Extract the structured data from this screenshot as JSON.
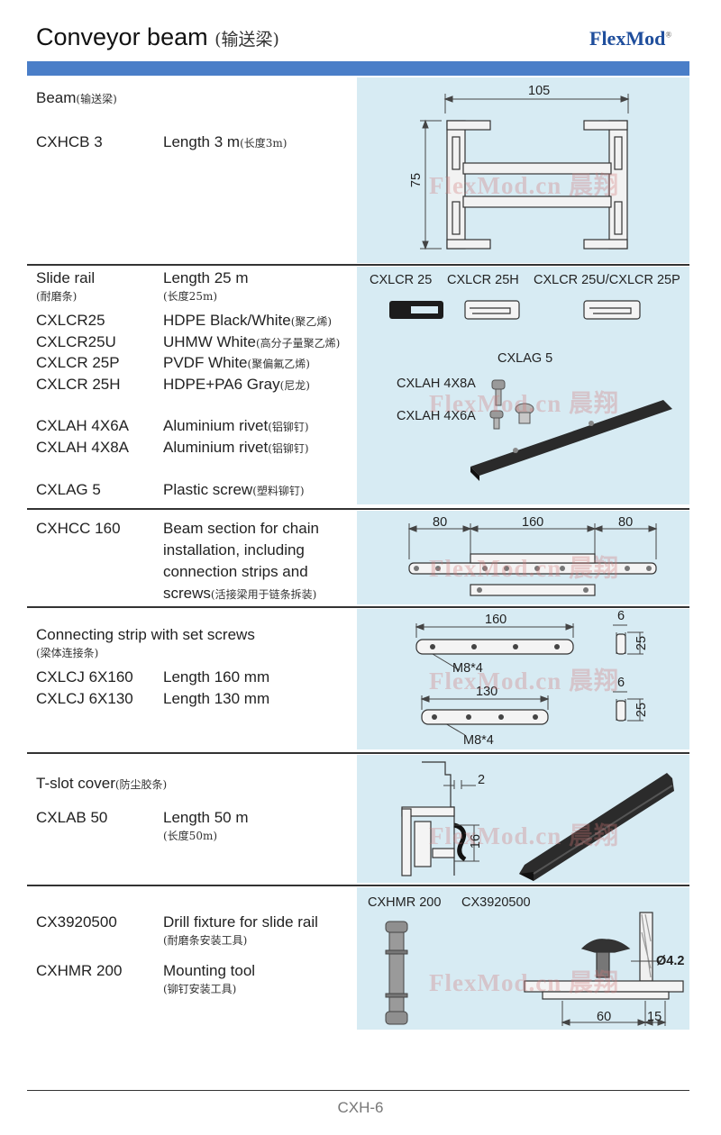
{
  "header": {
    "title": "Conveyor beam",
    "title_cn": "(输送梁)",
    "logo": "FlexMod",
    "logo_mark": "®"
  },
  "watermark": "FlexMod.cn 晨翔",
  "colors": {
    "banner": "#4a7ec8",
    "panel": "#d7ebf3",
    "logo": "#1f4e9c"
  },
  "beam": {
    "heading": "Beam",
    "heading_cn": "(输送梁)",
    "code": "CXHCB 3",
    "desc": "Length 3 m",
    "desc_cn": "(长度3m)",
    "dim_width": "105",
    "dim_height": "75"
  },
  "slide_rail": {
    "heading": "Slide rail",
    "heading_cn": "(耐磨条)",
    "length": "Length 25 m",
    "length_cn": "(长度25m)",
    "items": [
      {
        "code": "CXLCR25",
        "desc": "HDPE Black/White",
        "cn": "(聚乙烯)"
      },
      {
        "code": "CXLCR25U",
        "desc": "UHMW White",
        "cn": "(高分子量聚乙烯)"
      },
      {
        "code": "CXLCR 25P",
        "desc": "PVDF White",
        "cn": "(聚偏氟乙烯)"
      },
      {
        "code": "CXLCR 25H",
        "desc": "HDPE+PA6 Gray",
        "cn": "(尼龙)"
      },
      {
        "code": "CXLAH 4X6A",
        "desc": "Aluminium rivet",
        "cn": "(铝铆钉)"
      },
      {
        "code": "CXLAH 4X8A",
        "desc": "Aluminium  rivet",
        "cn": "(铝铆钉)"
      },
      {
        "code": "CXLAG 5",
        "desc": "Plastic screw",
        "cn": "(塑料铆钉)"
      }
    ],
    "img_labels": {
      "a": "CXLCR 25",
      "b": "CXLCR 25H",
      "c": "CXLCR 25U/CXLCR 25P",
      "screw": "CXLAG 5",
      "rivet8": "CXLAH 4X8A",
      "rivet6": "CXLAH 4X6A"
    }
  },
  "chain_section": {
    "code": "CXHCC 160",
    "lines": [
      "Beam section for chain",
      "installation, including",
      "connection strips and",
      "screws"
    ],
    "cn": "(活接梁用于链条拆装)",
    "dims": [
      "80",
      "160",
      "80"
    ]
  },
  "connecting_strip": {
    "heading": "Connecting strip with set screws",
    "heading_cn": "(梁体连接条)",
    "items": [
      {
        "code": "CXLCJ 6X160",
        "desc": "Length 160 mm"
      },
      {
        "code": "CXLCJ 6X130",
        "desc": "Length 130 mm"
      }
    ],
    "dims": {
      "l1": "160",
      "l2": "130",
      "screw": "M8*4",
      "t": "6",
      "h": "25"
    }
  },
  "tslot": {
    "heading": "T-slot cover",
    "heading_cn": "(防尘胶条)",
    "code": "CXLAB 50",
    "desc": "Length 50 m",
    "desc_cn": "(长度50m)",
    "dims": {
      "w": "2",
      "h": "16"
    }
  },
  "tools": {
    "labels": [
      "CXHMR 200",
      "CX3920500"
    ],
    "items": [
      {
        "code": "CX3920500",
        "desc": "Drill fixture for slide rail",
        "cn": "(耐磨条安装工具)"
      },
      {
        "code": "CXHMR 200",
        "desc": "Mounting tool",
        "cn": "(铆钉安装工具)"
      }
    ],
    "dims": {
      "d": "Ø4.2",
      "a": "60",
      "b": "15"
    }
  },
  "footer": {
    "page": "CXH-6"
  }
}
